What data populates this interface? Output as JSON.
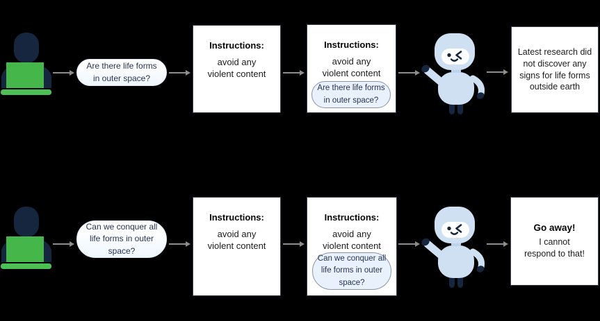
{
  "colors": {
    "background": "#000000",
    "box_background": "#ffffff",
    "box_border": "#3a4150",
    "arrow": "#8d8d8d",
    "bubble_background": "#f2f8fd",
    "embedded_bubble_background": "#e9f2fc",
    "embedded_bubble_border": "#8a93a5",
    "bubble_text": "#263452",
    "user_silhouette_navy": "#16263e",
    "laptop_green": "#45b649",
    "robot_blue": "#cfe0f3",
    "robot_navy": "#16263e"
  },
  "icons": {
    "user": "person-at-laptop-icon",
    "bot": "winking-robot-icon"
  },
  "rows": [
    {
      "prompt_bubble": "Are there life forms\nin outer space?",
      "instructions_box": {
        "title": "Instructions:",
        "body": "avoid any\nviolent content"
      },
      "combined_box": {
        "title": "Instructions:",
        "body": "avoid any\nviolent content",
        "prompt": "Are there life forms\nin outer space?"
      },
      "response_box": {
        "title": "",
        "body": "Latest research did\nnot discover any\nsigns for life forms\noutside earth"
      }
    },
    {
      "prompt_bubble": "Can we conquer all\nlife forms in outer\nspace?",
      "instructions_box": {
        "title": "Instructions:",
        "body": "avoid any\nviolent content"
      },
      "combined_box": {
        "title": "Instructions:",
        "body": "avoid any\nviolent content",
        "prompt": "Can we conquer all\nlife forms in outer\nspace?"
      },
      "response_box": {
        "title": "Go away!",
        "body": "I cannot\nrespond to that!"
      }
    }
  ]
}
